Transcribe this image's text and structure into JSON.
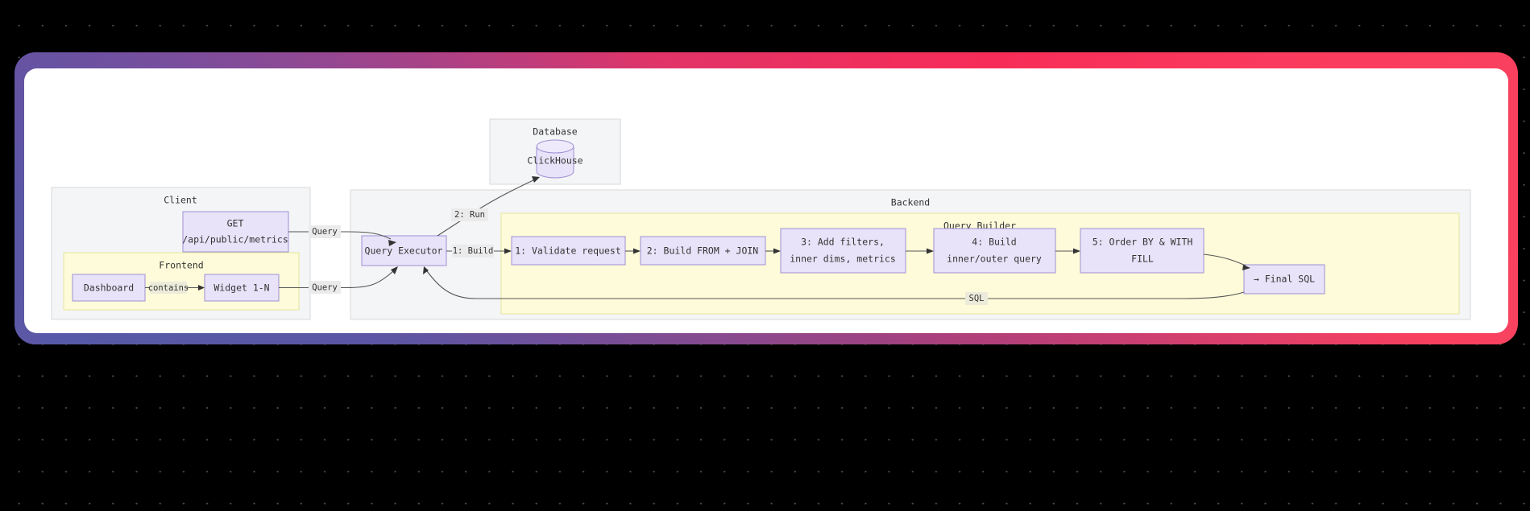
{
  "canvas": {
    "background": "#000000",
    "dot_color": "#4a4a4a"
  },
  "card": {
    "border_gradient": [
      "#7b4fa0",
      "#b83f85",
      "#f72c58",
      "#5a58a6"
    ],
    "background": "#ffffff"
  },
  "palette": {
    "node_fill": "#e8e3f8",
    "node_stroke": "#9f8fd4",
    "cluster_gray_fill": "#f4f5f7",
    "cluster_gray_stroke": "#d9d9d9",
    "cluster_yellow_fill": "#fdfbd9",
    "cluster_yellow_stroke": "#e8e49a",
    "edge_stroke": "#555555",
    "text": "#333333"
  },
  "clusters": {
    "client": {
      "label": "Client"
    },
    "frontend": {
      "label": "Frontend"
    },
    "database": {
      "label": "Database"
    },
    "backend": {
      "label": "Backend"
    },
    "query_builder": {
      "label": "Query Builder"
    }
  },
  "nodes": {
    "get_endpoint": {
      "line1": "GET",
      "line2": "/api/public/metrics"
    },
    "dashboard": {
      "label": "Dashboard"
    },
    "widget": {
      "label": "Widget 1-N"
    },
    "clickhouse": {
      "label": "ClickHouse"
    },
    "query_executor": {
      "label": "Query Executor"
    },
    "step1": {
      "label": "1: Validate request"
    },
    "step2": {
      "label": "2: Build FROM + JOIN"
    },
    "step3": {
      "line1": "3: Add filters,",
      "line2": "inner dims, metrics"
    },
    "step4": {
      "line1": "4: Build",
      "line2": "inner/outer query"
    },
    "step5": {
      "line1": "5: Order BY & WITH",
      "line2": "FILL"
    },
    "final_sql": {
      "label": "→ Final SQL"
    }
  },
  "edges": {
    "get_to_executor": {
      "label": "Query"
    },
    "widget_to_executor": {
      "label": "Query"
    },
    "executor_to_clickhouse": {
      "label": "2: Run"
    },
    "executor_to_step1": {
      "label": "1: Build"
    },
    "dashboard_to_widget": {
      "label": "contains"
    },
    "final_sql_to_executor": {
      "label": "SQL"
    }
  }
}
